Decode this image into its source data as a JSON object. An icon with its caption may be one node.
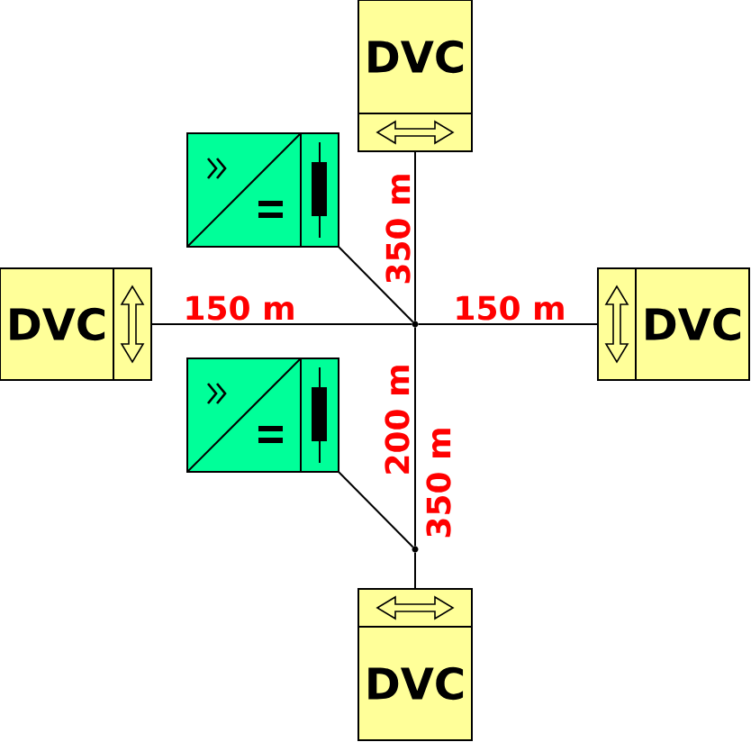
{
  "diagram": {
    "nodes": [
      {
        "text": [
          "DVC"
        ]
      },
      {
        "text": [],
        "shape": "box"
      },
      {
        "text": [
          "DVC"
        ]
      },
      {
        "text": [
          "DVC"
        ]
      },
      {
        "text": [],
        "shape": "box"
      },
      {
        "text": [
          "DVC"
        ]
      },
      {
        "text": [],
        "shape": "circle"
      },
      {
        "text": [],
        "shape": "circle"
      }
    ],
    "edges": [
      {
        "from": 0,
        "to": 6,
        "arrow": "none",
        "label": "350 m"
      },
      {
        "from": 2,
        "to": 6,
        "arrow": "none",
        "label": "150 m"
      },
      {
        "from": 6,
        "to": 3,
        "arrow": "none",
        "label": "150 m"
      },
      {
        "from": 6,
        "to": 7,
        "arrow": "none",
        "label": "200 m"
      },
      {
        "from": 7,
        "to": 5,
        "arrow": "none"
      },
      {
        "from": 1,
        "to": 6,
        "arrow": "none"
      },
      {
        "from": 4,
        "to": 7,
        "arrow": "none"
      }
    ],
    "labels": [
      "350 m"
    ]
  }
}
